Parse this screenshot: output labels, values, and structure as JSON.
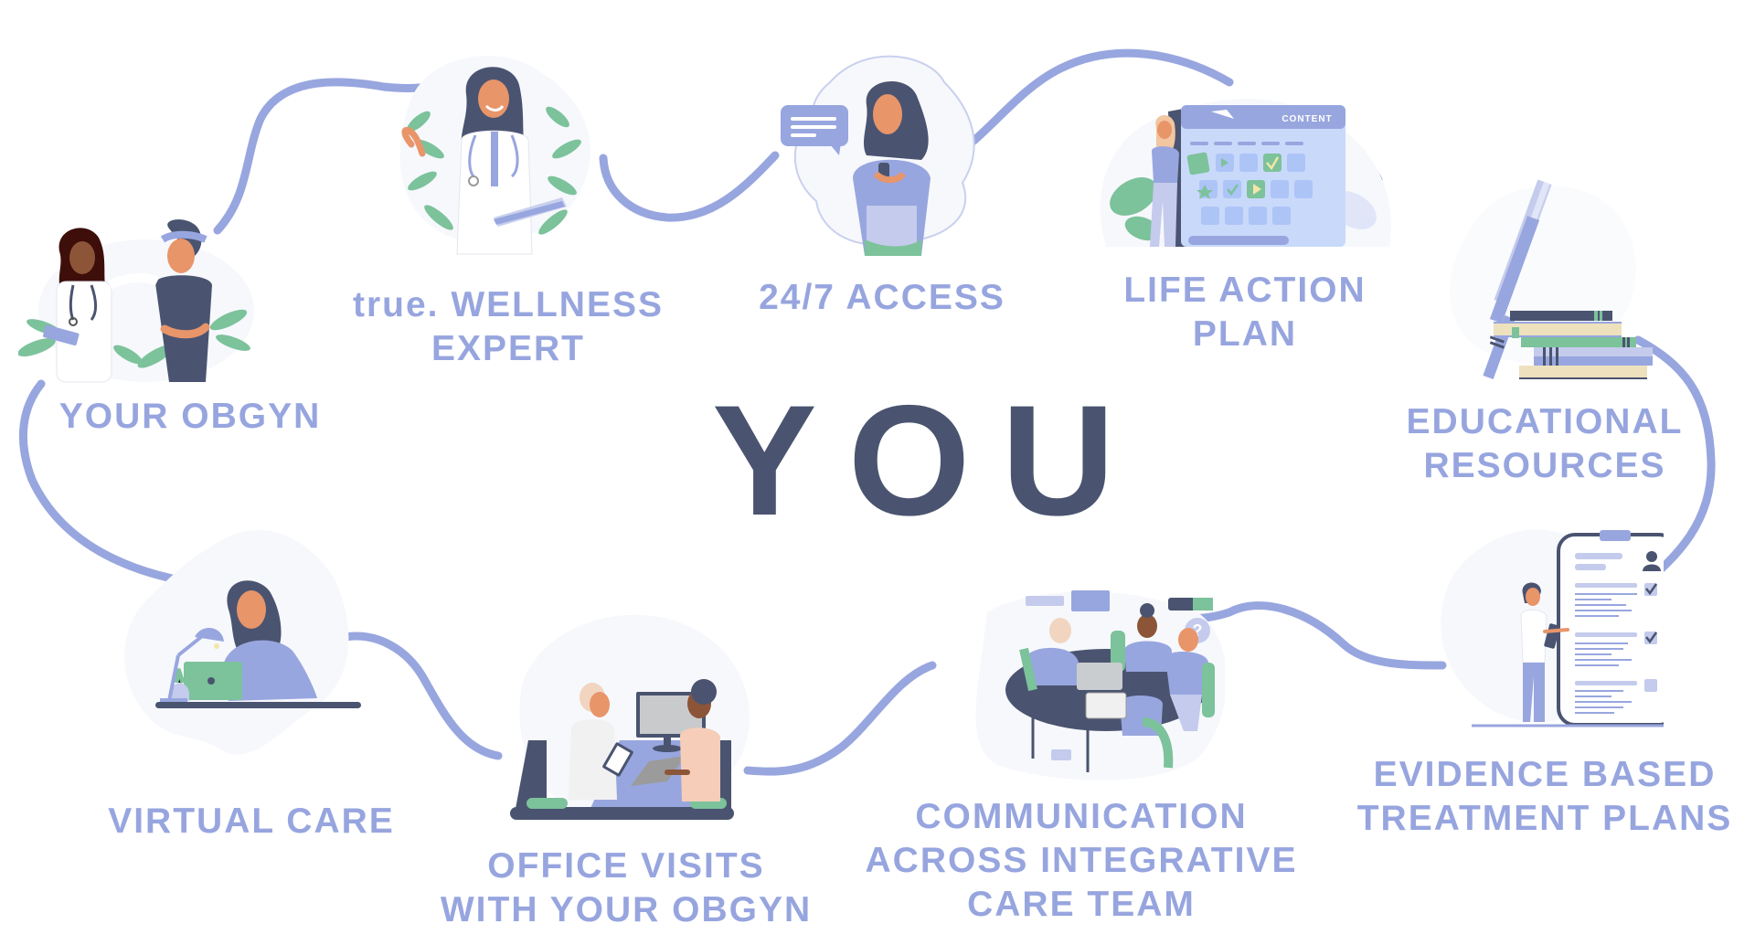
{
  "center": {
    "text": "YOU"
  },
  "colors": {
    "line": "#98A6DF",
    "label": "#97A5DF",
    "center_text": "#4A5470",
    "blob_bg": "#F6F8FC",
    "navy": "#4A5470",
    "green": "#7CC29B",
    "skin": "#E8956A",
    "dark_skin": "#8C5538"
  },
  "nodes": [
    {
      "id": "your-obgyn",
      "icon": "doctor-patient-illustration",
      "lines": [
        "YOUR OBGYN"
      ]
    },
    {
      "id": "wellness-expert",
      "icon": "wellness-doctor-illustration",
      "lines": [
        "true. WELLNESS",
        "EXPERT"
      ]
    },
    {
      "id": "access",
      "icon": "phone-chat-illustration",
      "lines": [
        "24/7 ACCESS"
      ]
    },
    {
      "id": "life-action-plan",
      "icon": "content-calendar-illustration",
      "lines": [
        "LIFE ACTION",
        "PLAN"
      ],
      "board_label": "CONTENT"
    },
    {
      "id": "educational-resources",
      "icon": "book-stack-illustration",
      "lines": [
        "EDUCATIONAL",
        "RESOURCES"
      ]
    },
    {
      "id": "evidence-based",
      "icon": "clipboard-checklist-illustration",
      "lines": [
        "EVIDENCE BASED",
        "TREATMENT PLANS"
      ]
    },
    {
      "id": "communication",
      "icon": "team-meeting-illustration",
      "lines": [
        "COMMUNICATION",
        "ACROSS INTEGRATIVE",
        "CARE TEAM"
      ]
    },
    {
      "id": "office-visits",
      "icon": "office-visit-illustration",
      "lines": [
        "OFFICE VISITS",
        "WITH YOUR OBGYN"
      ]
    },
    {
      "id": "virtual-care",
      "icon": "laptop-desk-illustration",
      "lines": [
        "VIRTUAL CARE"
      ]
    }
  ]
}
